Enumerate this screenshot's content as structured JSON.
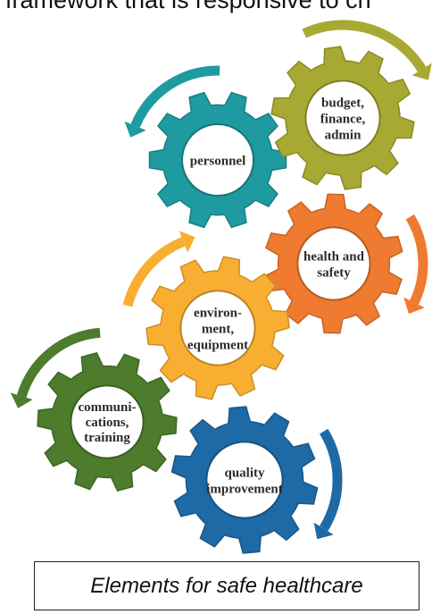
{
  "header_fragment": "framework that is responsive to ch",
  "gears": [
    {
      "id": "personnel",
      "lines": [
        "personnel"
      ],
      "color": "#1e9aa1"
    },
    {
      "id": "budget",
      "lines": [
        "budget,",
        "finance,",
        "admin"
      ],
      "color": "#a8a932"
    },
    {
      "id": "health",
      "lines": [
        "health and",
        "safety"
      ],
      "color": "#ef7a30"
    },
    {
      "id": "environment",
      "lines": [
        "environ-",
        "ment,",
        "equipment"
      ],
      "color": "#f8ae30"
    },
    {
      "id": "communications",
      "lines": [
        "communi-",
        "cations,",
        "training"
      ],
      "color": "#4c7c2c"
    },
    {
      "id": "quality",
      "lines": [
        "quality",
        "improvement"
      ],
      "color": "#1e6aa6"
    }
  ],
  "caption": "Elements for safe healthcare"
}
